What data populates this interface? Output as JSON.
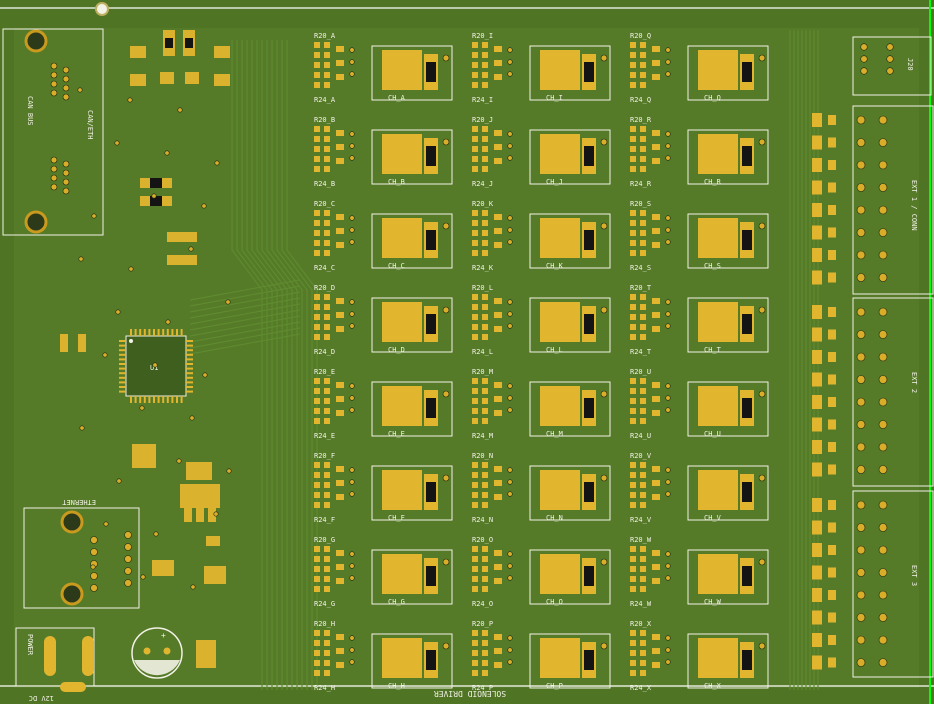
{
  "viewer": {
    "title": "",
    "board_colors": {
      "solder_mask": "#4f7424",
      "copper_pad": "#e2b52e",
      "silkscreen": "#f2f2e6",
      "edge_cut": "#ffffff",
      "highlight": "#00ff00"
    }
  },
  "connectors": {
    "top_left": {
      "ref_lines": [
        "CAN BUS",
        "CAN/ETH"
      ]
    },
    "bottom_left": {
      "ref": "ETHERNET"
    },
    "power": {
      "ref": "POWER",
      "sub": "12V DC"
    },
    "right_small": {
      "ref": "J20"
    },
    "right_bank_1": {
      "ref": "EXT 1 / CONN"
    },
    "right_bank_2": {
      "ref": "EXT 2"
    },
    "right_bank_3": {
      "ref": "EXT 3"
    }
  },
  "mcu": {
    "ref": "U1"
  },
  "channels": [
    {
      "top": "R20_A",
      "bottom": "R24_A",
      "label": "CH_A"
    },
    {
      "top": "R20_I",
      "bottom": "R24_I",
      "label": "CH_I"
    },
    {
      "top": "R20_Q",
      "bottom": "R24_Q",
      "label": "CH_Q"
    },
    {
      "top": "R20_B",
      "bottom": "R24_B",
      "label": "CH_B"
    },
    {
      "top": "R20_J",
      "bottom": "R24_J",
      "label": "CH_J"
    },
    {
      "top": "R20_R",
      "bottom": "R24_R",
      "label": "CH_R"
    },
    {
      "top": "R20_C",
      "bottom": "R24_C",
      "label": "CH_C"
    },
    {
      "top": "R20_K",
      "bottom": "R24_K",
      "label": "CH_K"
    },
    {
      "top": "R20_S",
      "bottom": "R24_S",
      "label": "CH_S"
    },
    {
      "top": "R20_D",
      "bottom": "R24_D",
      "label": "CH_D"
    },
    {
      "top": "R20_L",
      "bottom": "R24_L",
      "label": "CH_L"
    },
    {
      "top": "R20_T",
      "bottom": "R24_T",
      "label": "CH_T"
    },
    {
      "top": "R20_E",
      "bottom": "R24_E",
      "label": "CH_E"
    },
    {
      "top": "R20_M",
      "bottom": "R24_M",
      "label": "CH_M"
    },
    {
      "top": "R20_U",
      "bottom": "R24_U",
      "label": "CH_U"
    },
    {
      "top": "R20_F",
      "bottom": "R24_F",
      "label": "CH_F"
    },
    {
      "top": "R20_N",
      "bottom": "R24_N",
      "label": "CH_N"
    },
    {
      "top": "R20_V",
      "bottom": "R24_V",
      "label": "CH_V"
    },
    {
      "top": "R20_G",
      "bottom": "R24_G",
      "label": "CH_G"
    },
    {
      "top": "R20_O",
      "bottom": "R24_O",
      "label": "CH_O"
    },
    {
      "top": "R20_W",
      "bottom": "R24_W",
      "label": "CH_W"
    },
    {
      "top": "R20_H",
      "bottom": "R24_H",
      "label": "CH_H"
    },
    {
      "top": "R20_P",
      "bottom": "R24_P",
      "label": "CH_P"
    },
    {
      "top": "R20_X",
      "bottom": "R24_X",
      "label": "CH_X"
    }
  ],
  "footer_text": "SOLENOID DRIVER"
}
